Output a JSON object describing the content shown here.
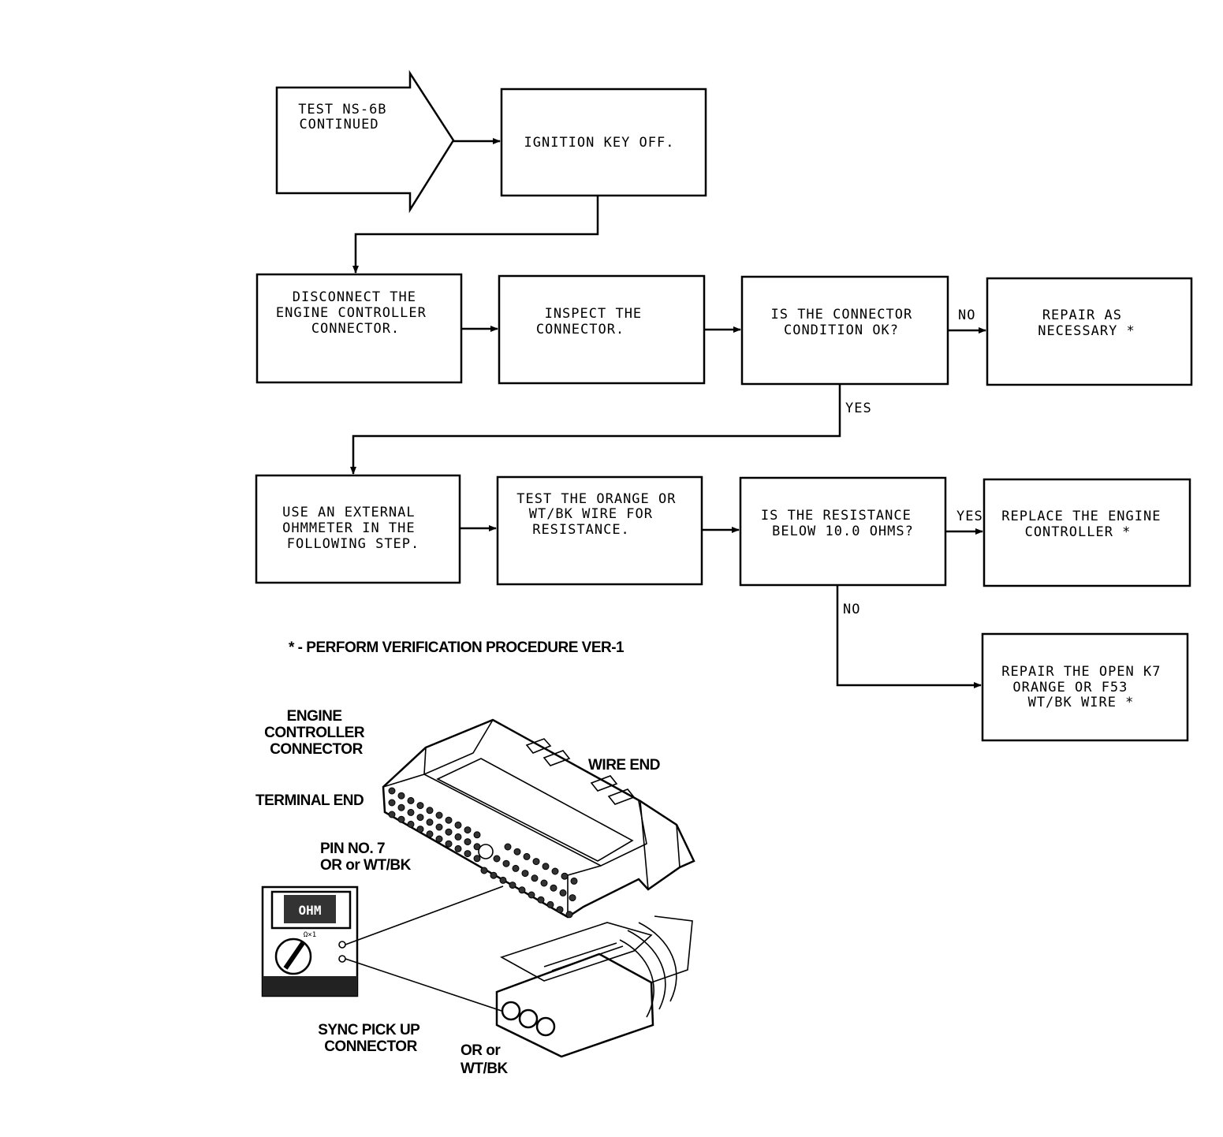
{
  "steps": {
    "start": [
      "TEST NS-6B",
      "CONTINUED"
    ],
    "ignition": [
      "IGNITION KEY OFF."
    ],
    "disconnect": [
      "DISCONNECT THE",
      "ENGINE CONTROLLER",
      "CONNECTOR."
    ],
    "inspect": [
      "INSPECT THE",
      "CONNECTOR."
    ],
    "condition_q": [
      "IS THE CONNECTOR",
      "CONDITION OK?"
    ],
    "repair": [
      "REPAIR AS",
      "NECESSARY *"
    ],
    "ohmmeter": [
      "USE AN EXTERNAL",
      "OHMMETER IN THE",
      "FOLLOWING STEP."
    ],
    "test_wire": [
      "TEST THE ORANGE OR",
      "WT/BK WIRE FOR",
      "RESISTANCE."
    ],
    "resistance_q": [
      "IS THE RESISTANCE",
      "BELOW 10.0 OHMS?"
    ],
    "replace": [
      "REPLACE THE ENGINE",
      "CONTROLLER *"
    ],
    "repair_open": [
      "REPAIR THE OPEN K7",
      "ORANGE OR F53",
      "WT/BK WIRE *"
    ]
  },
  "branch_labels": {
    "condition_no": "NO",
    "condition_yes": "YES",
    "resistance_yes": "YES",
    "resistance_no": "NO"
  },
  "footnote": "* - PERFORM VERIFICATION PROCEDURE VER-1",
  "illustration": {
    "engine_controller_connector": [
      "ENGINE",
      "CONTROLLER",
      "CONNECTOR"
    ],
    "wire_end": "WIRE END",
    "terminal_end": "TERMINAL END",
    "pin_label": [
      "PIN NO. 7",
      "OR or WT/BK"
    ],
    "meter_display": "OHM",
    "meter_range": "Ω×1",
    "sync_pickup": [
      "SYNC PICK UP",
      "CONNECTOR"
    ],
    "or_wtbk": [
      "OR or",
      "WT/BK"
    ]
  }
}
